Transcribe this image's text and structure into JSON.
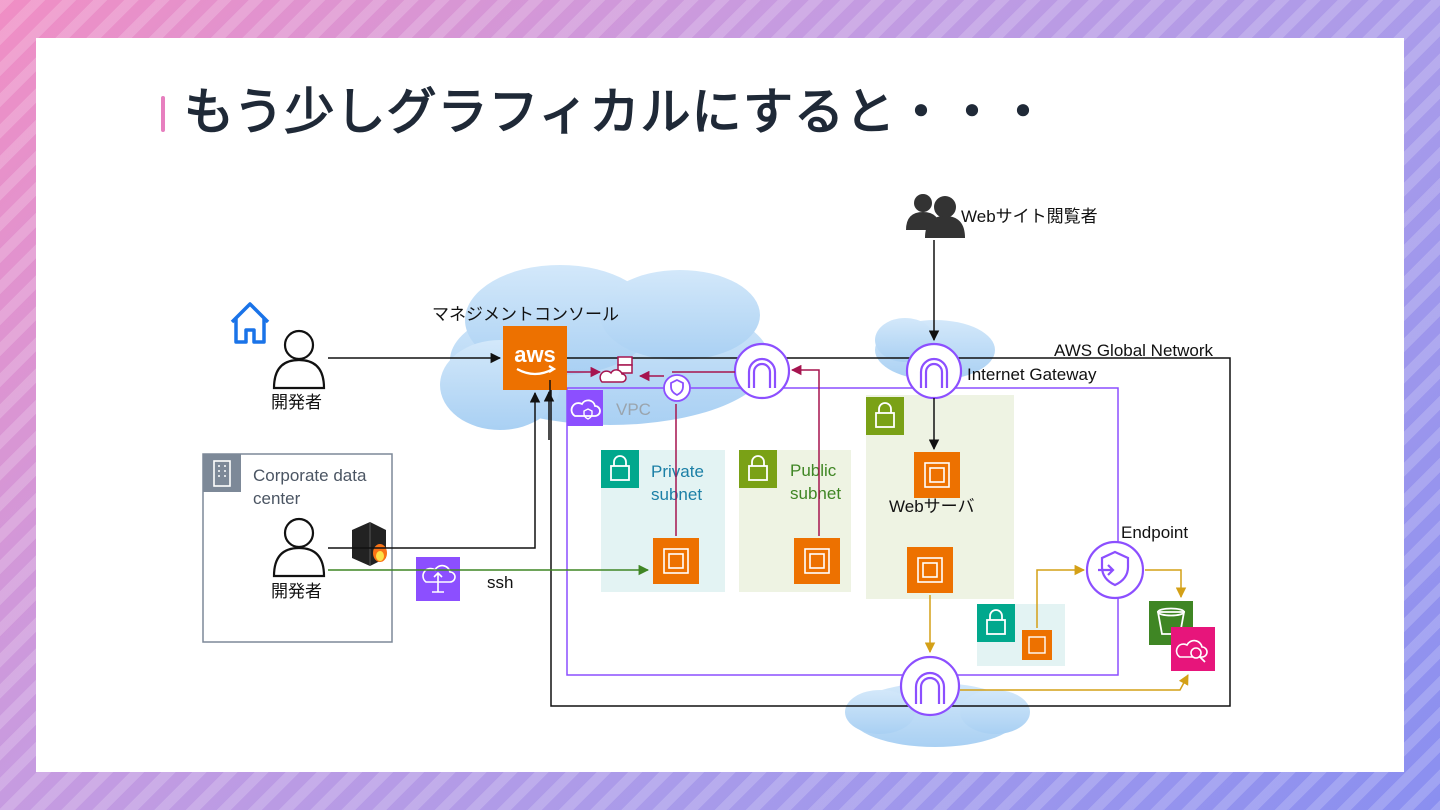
{
  "slide": {
    "title": "もう少しグラフィカルにすると・・・"
  },
  "diagram": {
    "viewer_label": "Webサイト閲覧者",
    "console_label": "マネジメントコンソール",
    "aws_logo_text": "aws",
    "home_developer_label": "開発者",
    "dc_title_line1": "Corporate data",
    "dc_title_line2": "center",
    "dc_developer_label": "開発者",
    "ssh_label": "ssh",
    "aws_network_label": "AWS Global Network",
    "igw_label": "Internet Gateway",
    "vpc_label": "VPC",
    "private_subnet_line1": "Private",
    "private_subnet_line2": "subnet",
    "public_subnet_line1": "Public",
    "public_subnet_line2": "subnet",
    "web_server_label": "Webサーバ",
    "endpoint_label": "Endpoint"
  },
  "colors": {
    "title_text": "#1f2937",
    "title_accent": "#e77fbf",
    "vpc_purple": "#8c4fff",
    "ec2_orange": "#ed7100",
    "private_subnet_teal": "#01a88d",
    "public_subnet_green": "#7aa116",
    "cloud_blue": "#b8d9f5",
    "maroon_arrow": "#a6144f",
    "green_arrow": "#3f8624",
    "gold_arrow": "#d4a017",
    "s3_green": "#3f8624",
    "analytics_pink": "#e7157b"
  },
  "icons": [
    "home-icon",
    "user-icon",
    "users-icon",
    "building-icon",
    "firewall-icon",
    "aws-logo",
    "vpc-cloud-icon",
    "lock-icon",
    "ec2-chip-icon",
    "internet-gateway-icon",
    "endpoint-shield-icon",
    "s3-bucket-icon",
    "cloud-search-icon",
    "client-vpn-icon"
  ]
}
